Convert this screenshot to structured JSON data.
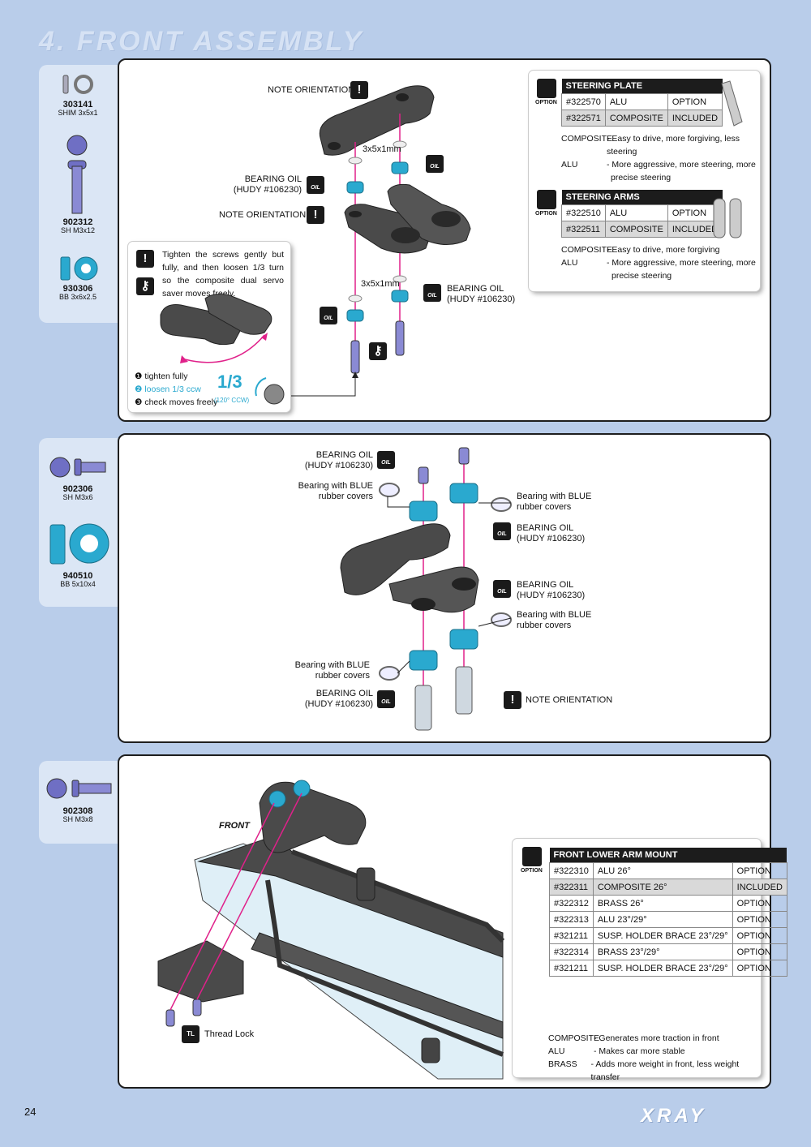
{
  "page": {
    "title": "4. FRONT ASSEMBLY",
    "number": "24",
    "logo": "XRAY"
  },
  "colors": {
    "accent_blue": "#2aa9cf",
    "pink": "#e0218a",
    "background": "#b9cdea"
  },
  "section1": {
    "parts": [
      {
        "num": "303141",
        "desc": "SHIM 3x5x1"
      },
      {
        "num": "902312",
        "desc": "SH M3x12"
      },
      {
        "num": "930306",
        "desc": "BB 3x6x2.5"
      }
    ],
    "labels": {
      "note1": "NOTE ORIENTATION",
      "shim1": "3x5x1mm",
      "oil1_a": "BEARING OIL",
      "oil1_b": "(HUDY #106230)",
      "note2": "NOTE ORIENTATION",
      "shim2": "3x5x1mm",
      "oil2_a": "BEARING OIL",
      "oil2_b": "(HUDY #106230)"
    },
    "tip": {
      "text": "Tighten the screws gently but fully, and then loosen 1/3 turn so the composite dual servo saver moves freely.",
      "steps": [
        "❶ tighten fully",
        "❷ loosen 1/3 ccw",
        "❸ check moves freely"
      ],
      "fraction": "1/3",
      "angle": "(120° CCW)"
    },
    "option_steering_plate": {
      "option_label": "OPTION",
      "title": "STEERING PLATE",
      "rows": [
        [
          "#322570",
          "ALU",
          "OPTION"
        ],
        [
          "#322571",
          "COMPOSITE",
          "INCLUDED"
        ]
      ],
      "desc": [
        [
          "COMPOSITE",
          "- Easy to drive, more forgiving, less steering"
        ],
        [
          "ALU",
          "- More aggressive, more steering, more"
        ],
        [
          "",
          "precise steering"
        ]
      ]
    },
    "option_steering_arms": {
      "option_label": "OPTION",
      "title": "STEERING ARMS",
      "rows": [
        [
          "#322510",
          "ALU",
          "OPTION"
        ],
        [
          "#322511",
          "COMPOSITE",
          "INCLUDED"
        ]
      ],
      "desc": [
        [
          "COMPOSITE",
          "- Easy to drive, more forgiving"
        ],
        [
          "ALU",
          "- More aggressive, more steering, more"
        ],
        [
          "",
          "precise steering"
        ]
      ]
    }
  },
  "section2": {
    "parts": [
      {
        "num": "902306",
        "desc": "SH M3x6"
      },
      {
        "num": "940510",
        "desc": "BB 5x10x4"
      }
    ],
    "labels": {
      "oil_tl_a": "BEARING OIL",
      "oil_tl_b": "(HUDY #106230)",
      "blue_tl_a": "Bearing with BLUE",
      "blue_tl_b": "rubber covers",
      "blue_tr_a": "Bearing with BLUE",
      "blue_tr_b": "rubber covers",
      "oil_tr_a": "BEARING OIL",
      "oil_tr_b": "(HUDY #106230)",
      "oil_mr_a": "BEARING OIL",
      "oil_mr_b": "(HUDY #106230)",
      "blue_mr_a": "Bearing with BLUE",
      "blue_mr_b": "rubber covers",
      "blue_bl_a": "Bearing with BLUE",
      "blue_bl_b": "rubber covers",
      "oil_bl_a": "BEARING OIL",
      "oil_bl_b": "(HUDY #106230)",
      "note": "NOTE ORIENTATION"
    }
  },
  "section3": {
    "parts": [
      {
        "num": "902308",
        "desc": "SH M3x8"
      }
    ],
    "labels": {
      "front": "FRONT",
      "threadlock": "Thread Lock"
    },
    "option_lower_arm_mount": {
      "option_label": "OPTION",
      "title": "FRONT LOWER ARM MOUNT",
      "rows": [
        [
          "#322310",
          "ALU 26°",
          "OPTION"
        ],
        [
          "#322311",
          "COMPOSITE 26°",
          "INCLUDED"
        ],
        [
          "#322312",
          "BRASS 26°",
          "OPTION"
        ],
        [
          "#322313",
          "ALU 23°/29°",
          "OPTION"
        ],
        [
          "#321211",
          "SUSP. HOLDER BRACE 23°/29°",
          "OPTION"
        ],
        [
          "#322314",
          "BRASS 23°/29°",
          "OPTION"
        ],
        [
          "#321211",
          "SUSP. HOLDER BRACE 23°/29°",
          "OPTION"
        ]
      ],
      "desc": [
        [
          "COMPOSITE",
          "- Generates more traction in front"
        ],
        [
          "ALU",
          "- Makes car more stable"
        ],
        [
          "BRASS",
          "- Adds more weight in front, less weight transfer"
        ]
      ]
    }
  }
}
